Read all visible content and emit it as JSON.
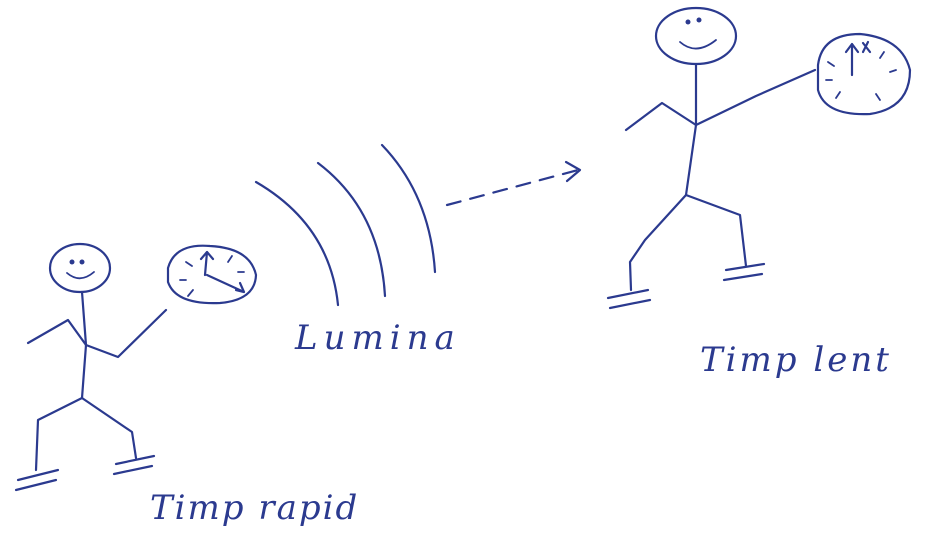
{
  "labels": {
    "fast_time": "Timp rapid",
    "light": "Lumina",
    "slow_time": "Timp lent"
  },
  "colors": {
    "ink": "#2b3a8f",
    "paper": "#ffffff"
  }
}
